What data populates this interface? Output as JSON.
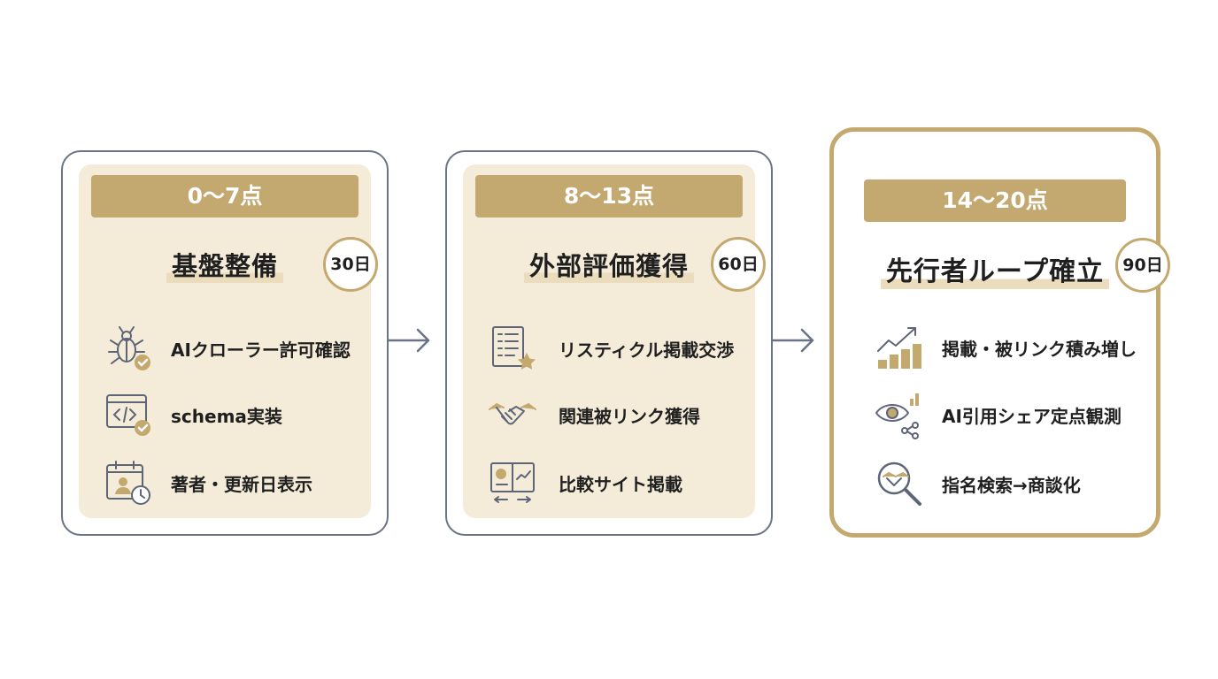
{
  "stages": [
    {
      "score": "0〜7点",
      "title": "基盤整備",
      "days": "30日",
      "items": [
        {
          "icon": "bug-check-icon",
          "label": "AIクローラー許可確認"
        },
        {
          "icon": "code-window-check-icon",
          "label": "schema実装"
        },
        {
          "icon": "calendar-author-clock-icon",
          "label": "著者・更新日表示"
        }
      ]
    },
    {
      "score": "8〜13点",
      "title": "外部評価獲得",
      "days": "60日",
      "items": [
        {
          "icon": "list-star-icon",
          "label": "リスティクル掲載交渉"
        },
        {
          "icon": "handshake-icon",
          "label": "関連被リンク獲得"
        },
        {
          "icon": "comparison-chart-icon",
          "label": "比較サイト掲載"
        }
      ]
    },
    {
      "score": "14〜20点",
      "title": "先行者ループ確立",
      "days": "90日",
      "items": [
        {
          "icon": "growth-coins-icon",
          "label": "掲載・被リンク積み増し"
        },
        {
          "icon": "eye-share-icon",
          "label": "AI引用シェア定点観測"
        },
        {
          "icon": "handshake-search-icon",
          "label": "指名検索→商談化"
        }
      ]
    }
  ],
  "colors": {
    "gold": "#c3a870",
    "border": "#6b7486",
    "panel": "#f4ecd9"
  }
}
